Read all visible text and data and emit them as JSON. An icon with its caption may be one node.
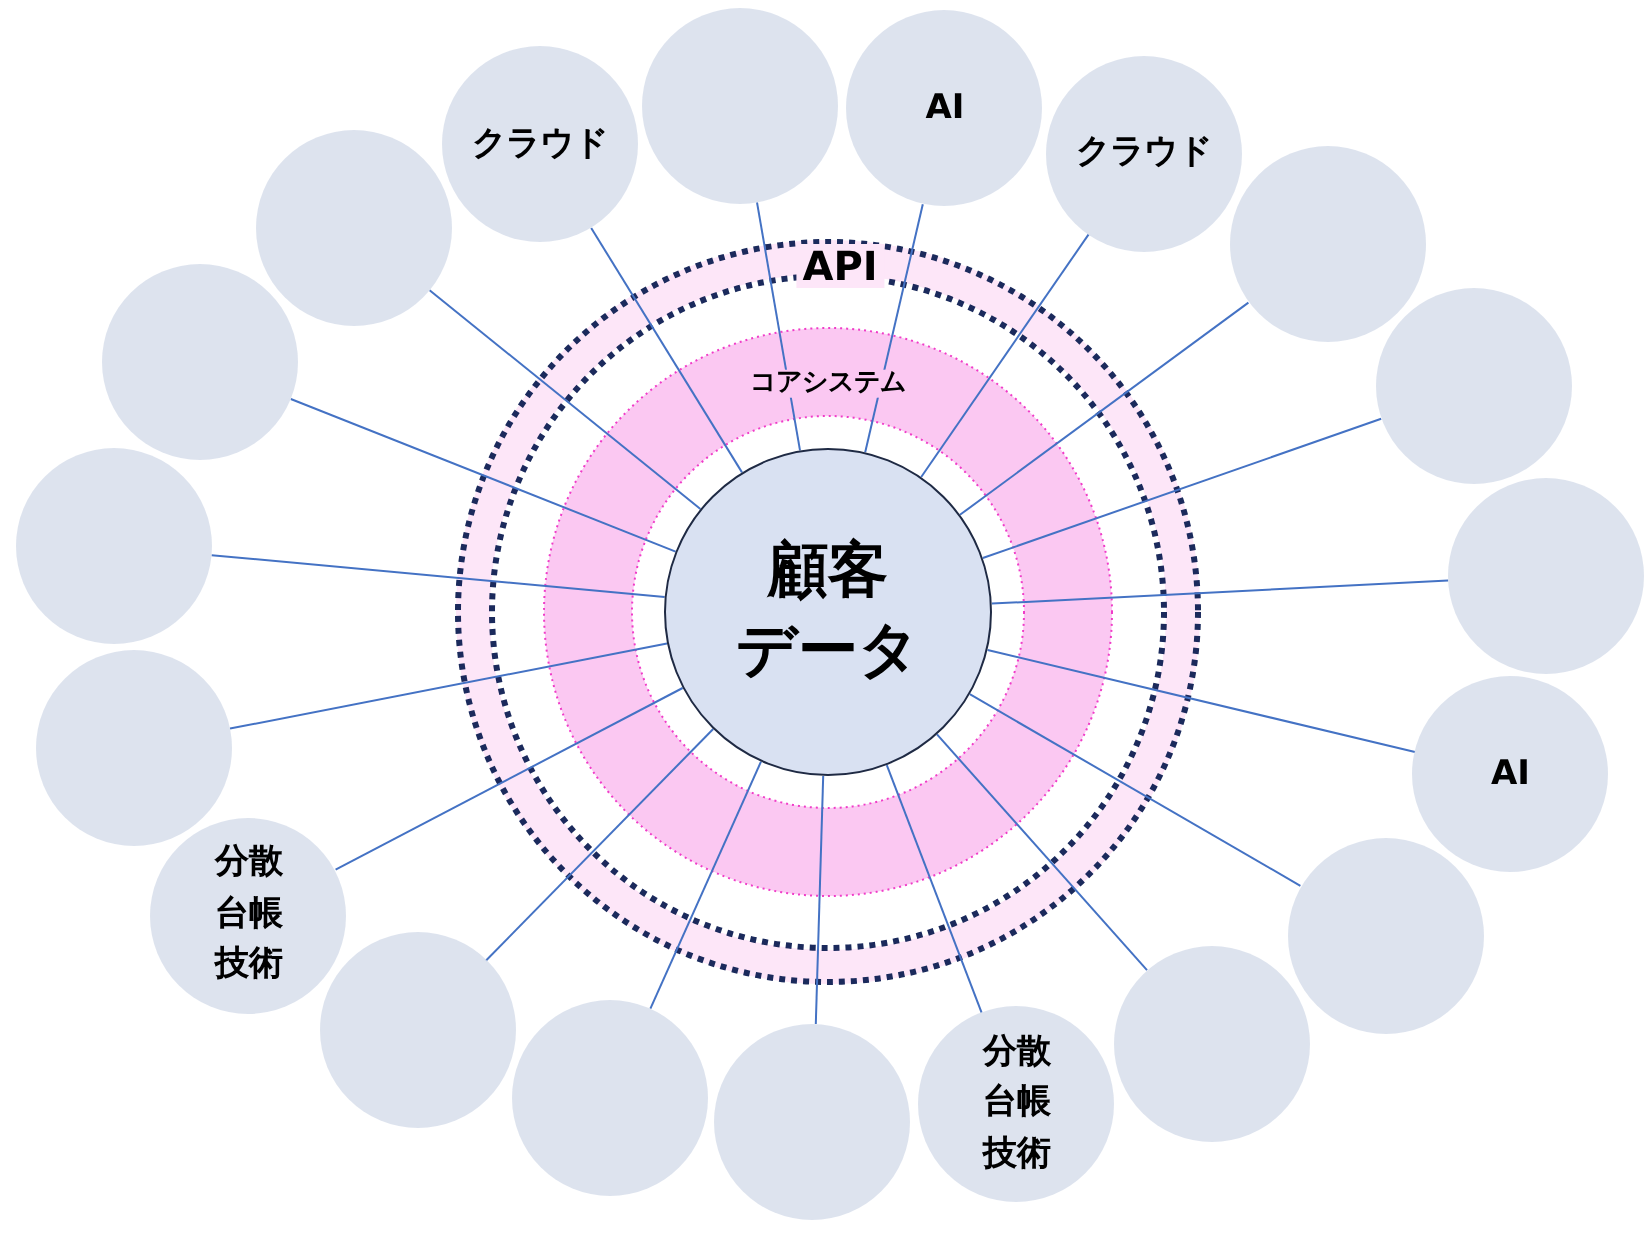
{
  "diagram": {
    "nodes": [
      {
        "text": [
          "API"
        ]
      },
      {
        "text": [
          "コアシステム"
        ],
        "in": 0
      },
      {
        "text": [
          "顧客データ"
        ],
        "in": 1
      },
      {
        "text": [],
        "shape": "circle"
      },
      {
        "text": [],
        "shape": "circle"
      },
      {
        "text": [
          "クラウド"
        ]
      },
      {
        "text": [
          "クラウド"
        ]
      },
      {
        "text": [
          "AI"
        ]
      },
      {
        "text": [],
        "shape": "circle"
      },
      {
        "text": [],
        "shape": "circle"
      },
      {
        "text": [],
        "shape": "circle"
      },
      {
        "text": [],
        "shape": "circle"
      },
      {
        "text": [],
        "shape": "circle"
      },
      {
        "text": [],
        "shape": "circle"
      },
      {
        "text": [
          "分散台帳技術"
        ]
      },
      {
        "text": [],
        "shape": "circle"
      },
      {
        "text": [
          "AI"
        ]
      },
      {
        "text": [],
        "shape": "circle"
      },
      {
        "text": [],
        "shape": "circle"
      },
      {
        "text": [],
        "shape": "circle"
      },
      {
        "text": [
          "分散台帳技術"
        ]
      },
      {
        "text": [],
        "shape": "circle"
      }
    ],
    "edges": [
      {
        "from": 2,
        "to": 3,
        "arrow": "none"
      },
      {
        "from": 2,
        "to": 4,
        "arrow": "none"
      },
      {
        "from": 2,
        "to": 5,
        "arrow": "none"
      },
      {
        "from": 2,
        "to": 6,
        "arrow": "none"
      },
      {
        "from": 2,
        "to": 7,
        "arrow": "none"
      },
      {
        "from": 2,
        "to": 8,
        "arrow": "none"
      },
      {
        "from": 2,
        "to": 9,
        "arrow": "none"
      },
      {
        "from": 2,
        "to": 10,
        "arrow": "none"
      },
      {
        "from": 2,
        "to": 11,
        "arrow": "none"
      },
      {
        "from": 2,
        "to": 12,
        "arrow": "none"
      },
      {
        "from": 2,
        "to": 13,
        "arrow": "none"
      },
      {
        "from": 2,
        "to": 14,
        "arrow": "none"
      },
      {
        "from": 2,
        "to": 15,
        "arrow": "none"
      },
      {
        "from": 2,
        "to": 16,
        "arrow": "none"
      },
      {
        "from": 2,
        "to": 17,
        "arrow": "none"
      },
      {
        "from": 2,
        "to": 18,
        "arrow": "none"
      },
      {
        "from": 2,
        "to": 19,
        "arrow": "none"
      },
      {
        "from": 2,
        "to": 20,
        "arrow": "none"
      },
      {
        "from": 2,
        "to": 21,
        "arrow": "none"
      }
    ]
  }
}
